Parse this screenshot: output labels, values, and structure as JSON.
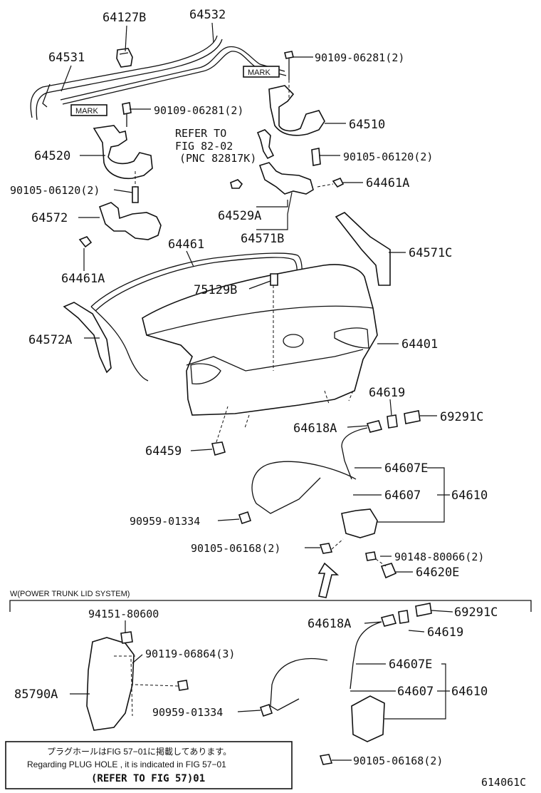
{
  "labels": {
    "p64127B": "64127B",
    "p64532": "64532",
    "p64531": "64531",
    "bolt_top_right": "90109-06281(2)",
    "mark_right": "MARK",
    "mark_left": "MARK",
    "bolt_top_left": "90109-06281(2)",
    "refer_line1": "REFER TO",
    "refer_line2": "FIG 82-02",
    "refer_line3": "(PNC 82817K)",
    "p64510": "64510",
    "p64520": "64520",
    "screw_right": "90105-06120(2)",
    "screw_left": "90105-06120(2)",
    "p64461A_right": "64461A",
    "p64572": "64572",
    "p64529A": "64529A",
    "p64571B": "64571B",
    "p64461": "64461",
    "p64571C": "64571C",
    "p64461A_left": "64461A",
    "p75129B": "75129B",
    "p64572A": "64572A",
    "p64401": "64401",
    "p64619": "64619",
    "p69291C": "69291C",
    "p64618A": "64618A",
    "p64459": "64459",
    "p64607E": "64607E",
    "p64607": "64607",
    "p64610": "64610",
    "p90959": "90959-01334",
    "p90105_06168": "90105-06168(2)",
    "p90148": "90148-80066(2)",
    "p64620E": "64620E",
    "section_title": "W(POWER TRUNK LID SYSTEM)",
    "p94151": "94151-80600",
    "p69291C_2": "69291C",
    "p64618A_2": "64618A",
    "p64619_2": "64619",
    "p90119": "90119-06864(3)",
    "p64607E_2": "64607E",
    "p85790A": "85790A",
    "p64607_2": "64607",
    "p64610_2": "64610",
    "p90959_2": "90959-01334",
    "p90105_06168_2": "90105-06168(2)",
    "note_jp": "プラグホールはFIG 57−01に掲載してあります。",
    "note_en": "Regarding PLUG HOLE , it is indicated in FIG 57−01",
    "note_ref": "(REFER TO FIG 57)01",
    "diagram_id": "614061C"
  }
}
